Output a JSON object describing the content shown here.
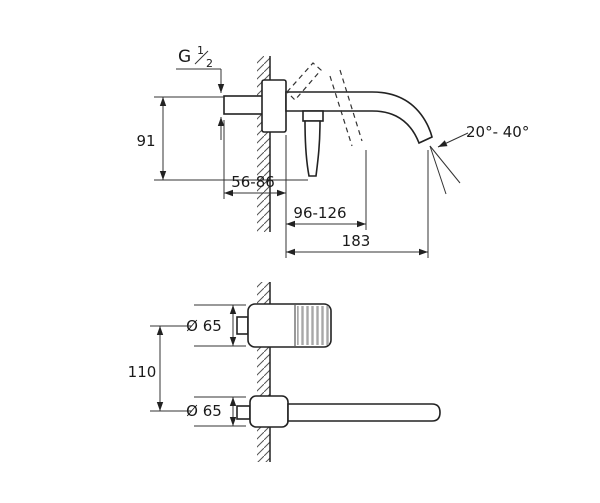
{
  "drawing": {
    "type": "faucet-installation-dimension-drawing",
    "labels": {
      "thread_prefix": "G",
      "thread_numerator": "1",
      "thread_denominator": "2",
      "height_to_lever": "91",
      "concealed_depth_range": "56-86",
      "handle_projection_range": "96-126",
      "spout_projection": "183",
      "spout_angle_range": "20°- 40°",
      "top_escutcheon_diameter": "Ø 65",
      "vertical_spacing": "110",
      "bottom_escutcheon_diameter": "Ø 65"
    },
    "colors": {
      "line": "#222222",
      "dimension_line": "#333333",
      "background": "#ffffff"
    }
  }
}
